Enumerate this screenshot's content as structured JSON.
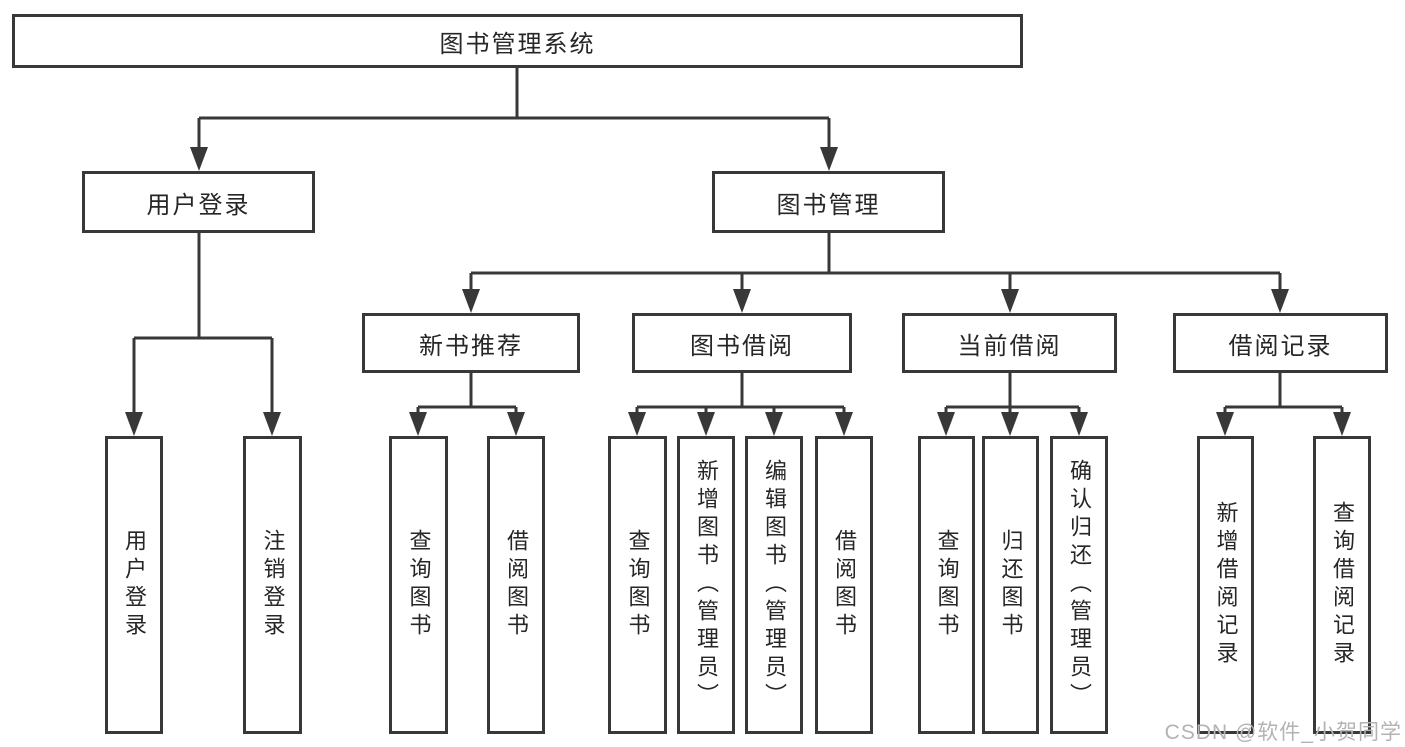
{
  "diagram": {
    "root": "图书管理系统",
    "level2": [
      "用户登录",
      "图书管理"
    ],
    "level3": [
      "新书推荐",
      "图书借阅",
      "当前借阅",
      "借阅记录"
    ],
    "leaves": {
      "login": [
        "用户登录",
        "注销登录"
      ],
      "recommend": [
        "查询图书",
        "借阅图书"
      ],
      "borrow": [
        "查询图书",
        "新增图书（管理员）",
        "编辑图书（管理员）",
        "借阅图书"
      ],
      "current": [
        "查询图书",
        "归还图书",
        "确认归还（管理员）"
      ],
      "records": [
        "新增借阅记录",
        "查询借阅记录"
      ]
    }
  },
  "watermark": "CSDN @软件_小贺同学",
  "colors": {
    "line": "#383838",
    "box_border": "#383838",
    "text": "#262626",
    "watermark": "#b3b3b3",
    "background": "#ffffff"
  }
}
